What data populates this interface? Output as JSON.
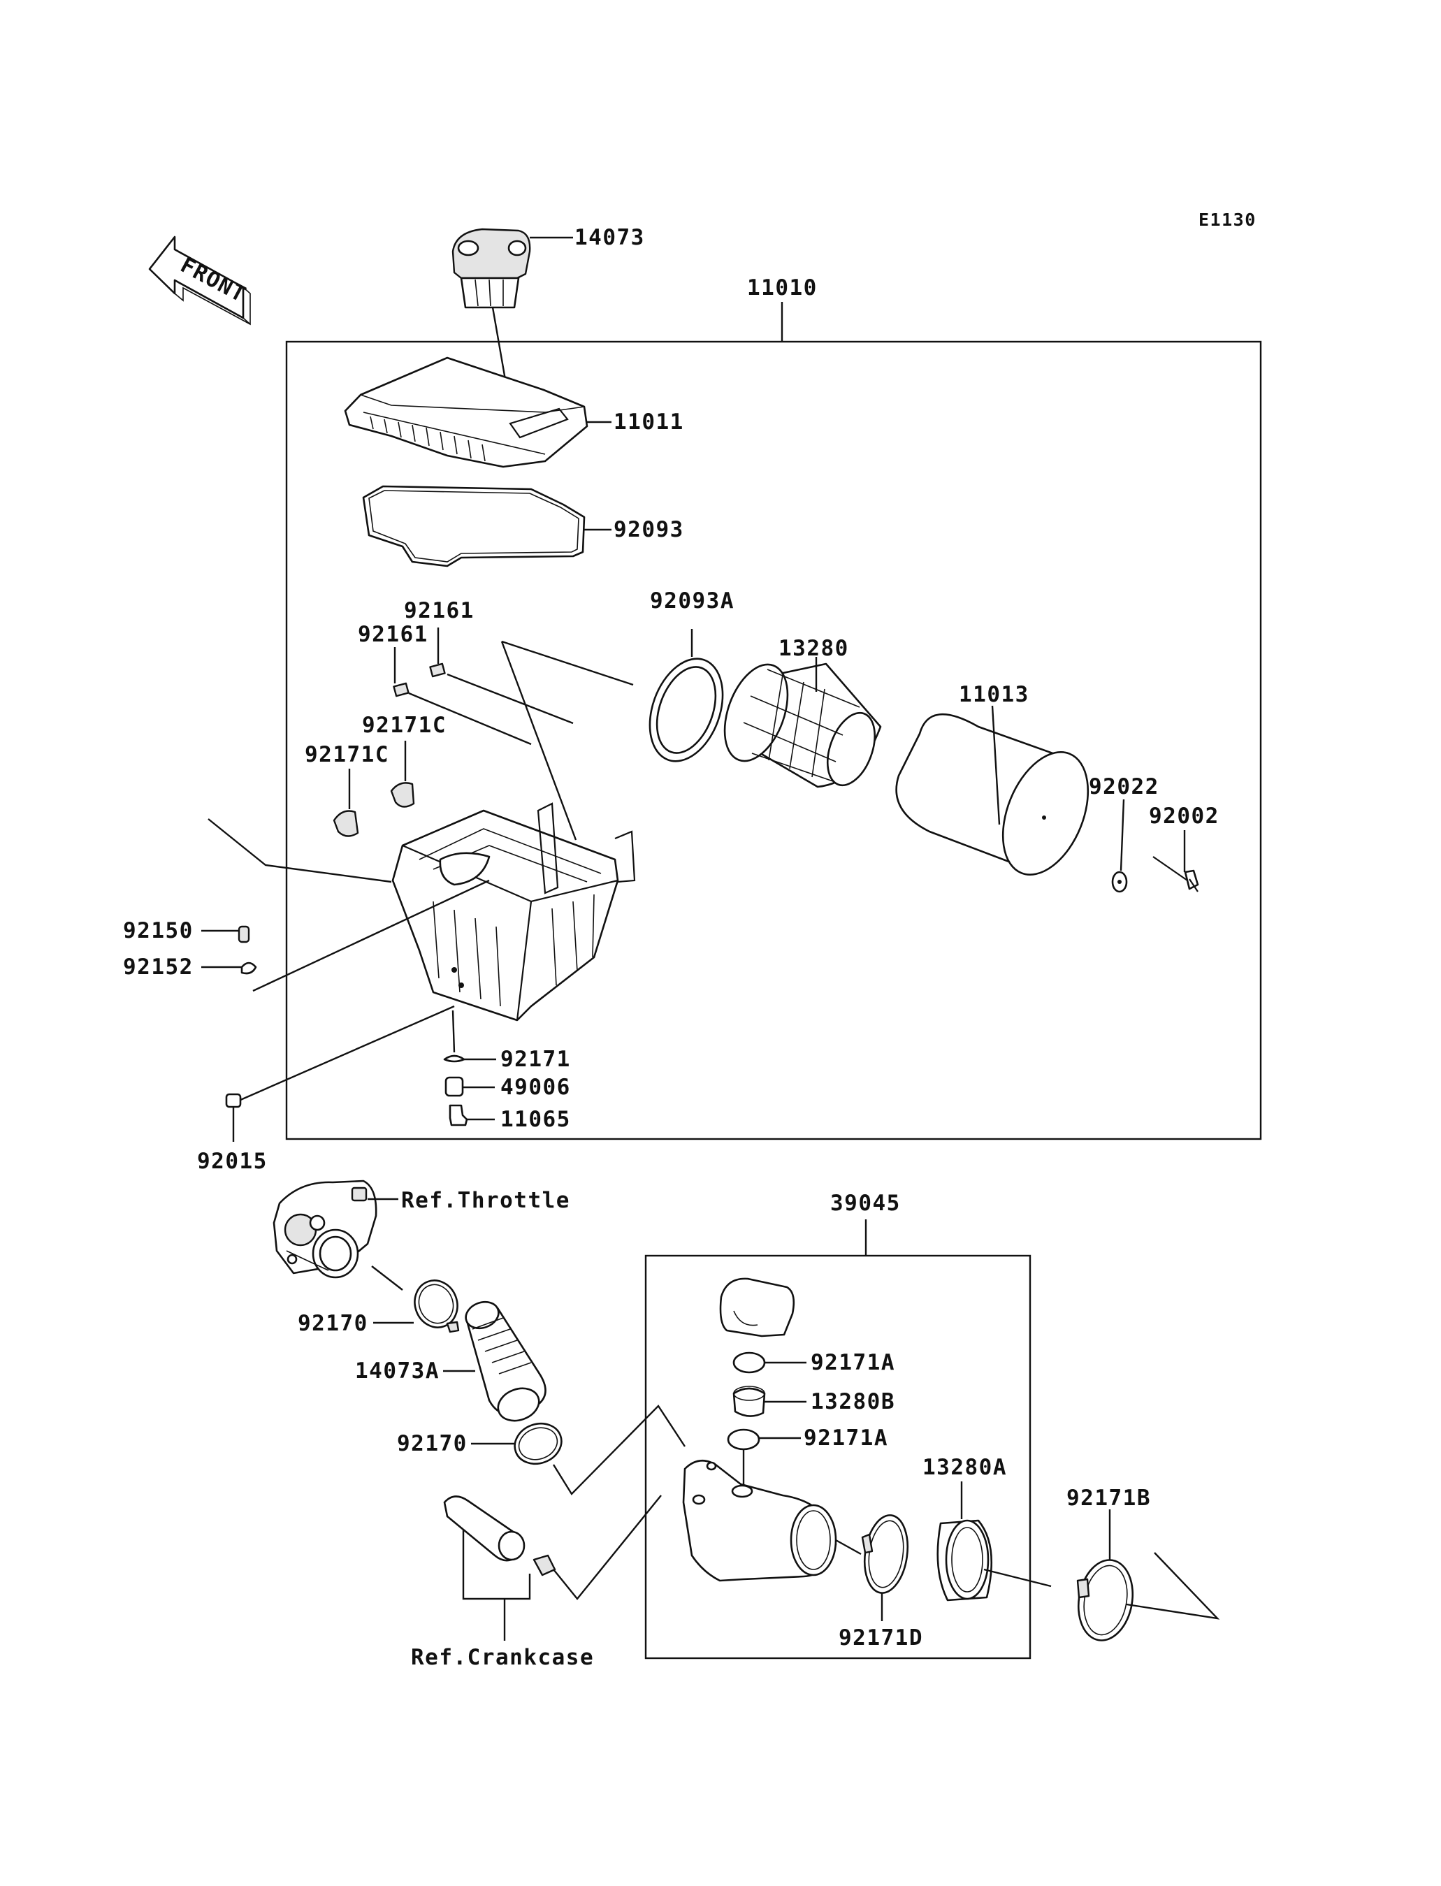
{
  "diagram_code": "E1130",
  "direction_label": "FRONT",
  "labels": {
    "p14073": "14073",
    "p11010": "11010",
    "p11011": "11011",
    "p92093": "92093",
    "p92161a": "92161",
    "p92161b": "92161",
    "p92093A": "92093A",
    "p13280": "13280",
    "p11013": "11013",
    "p92171Ca": "92171C",
    "p92171Cb": "92171C",
    "p92022": "92022",
    "p92002": "92002",
    "p92150": "92150",
    "p92152": "92152",
    "p92171": "92171",
    "p49006": "49006",
    "p11065": "11065",
    "p92015": "92015",
    "refThrottle": "Ref.Throttle",
    "p39045": "39045",
    "p92170a": "92170",
    "p14073A": "14073A",
    "p92171Aa": "92171A",
    "p13280B": "13280B",
    "p92171Ab": "92171A",
    "p92170b": "92170",
    "p13280A": "13280A",
    "p92171B": "92171B",
    "p92171D": "92171D",
    "refCrankcase": "Ref.Crankcase"
  }
}
